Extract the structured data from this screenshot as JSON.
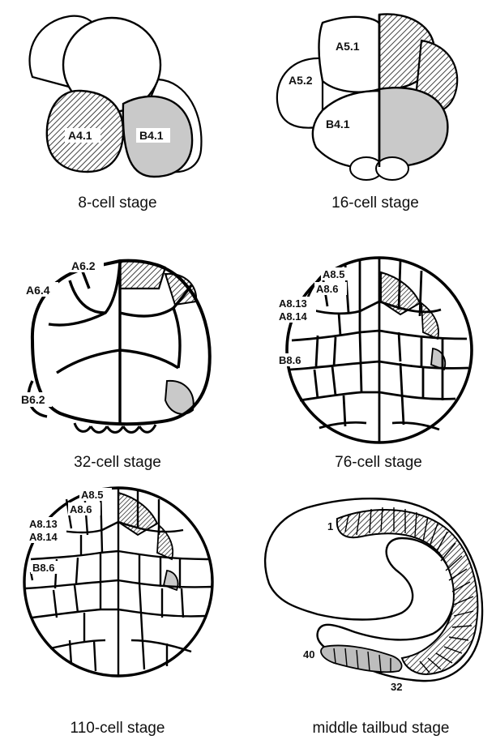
{
  "panels": [
    {
      "caption": "8-cell stage",
      "labels": {
        "left": "A4.1",
        "right": "B4.1"
      }
    },
    {
      "caption": "16-cell stage",
      "labels": {
        "top": "A5.1",
        "mid": "A5.2",
        "bottom": "B4.1"
      }
    },
    {
      "caption": "32-cell stage",
      "labels": {
        "top": "A6.2",
        "mid": "A6.4",
        "bottom": "B6.2"
      }
    },
    {
      "caption": "76-cell stage",
      "labels": {
        "l1": "A8.5",
        "l2": "A8.6",
        "l3": "A8.13",
        "l4": "A8.14",
        "l5": "B8.6"
      }
    },
    {
      "caption": "110-cell stage",
      "labels": {
        "l1": "A8.5",
        "l2": "A8.6",
        "l3": "A8.13",
        "l4": "A8.14",
        "l5": "B8.6"
      }
    },
    {
      "caption": "middle tailbud stage",
      "labels": {
        "n1": "1",
        "n32": "32",
        "n40": "40"
      }
    }
  ]
}
